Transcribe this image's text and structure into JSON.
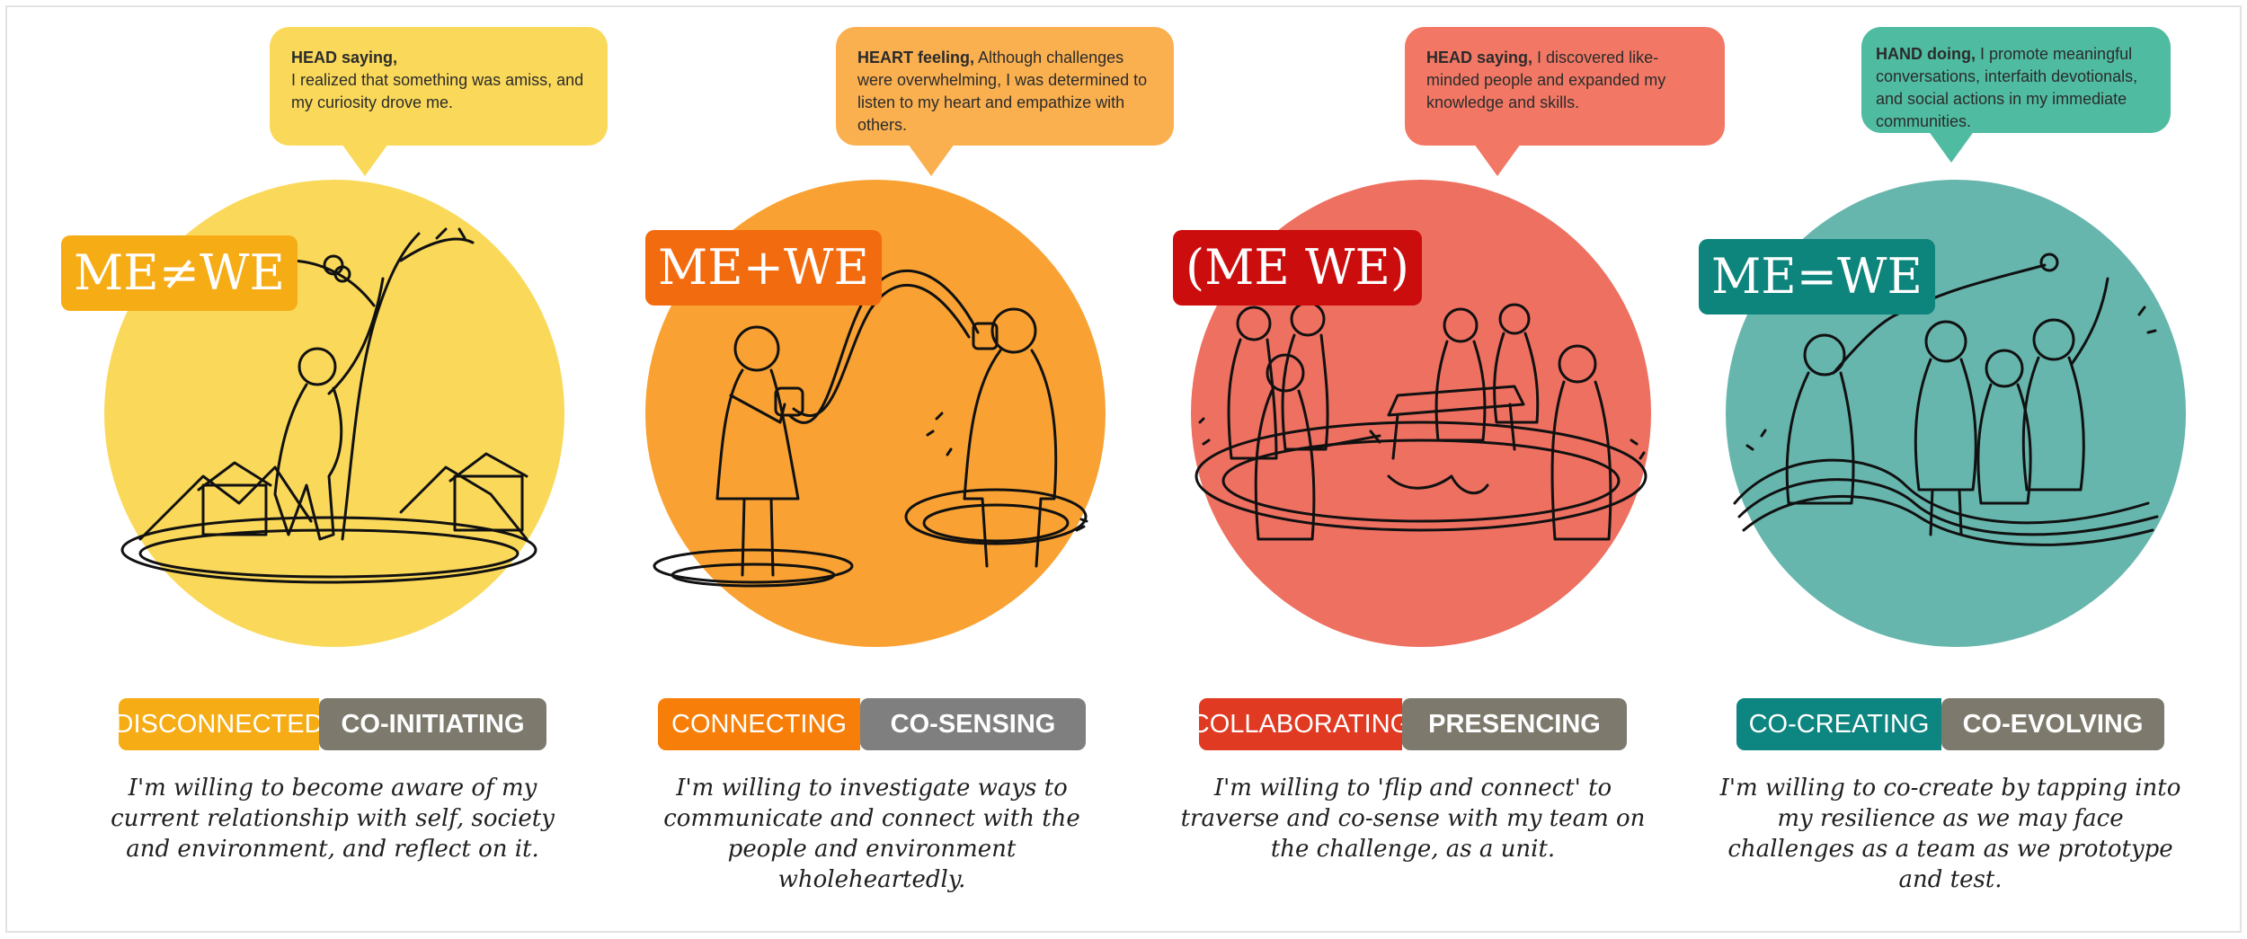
{
  "stages": [
    {
      "bubble_head": "HEAD saying,",
      "bubble_body": "I realized that something was amiss, and my curiosity drove me.",
      "tag": "ME≠WE",
      "pill_left": "DISCONNECTED",
      "pill_right": "CO-INITIATING",
      "quote": "I'm willing to become aware of my current relationship with self, society and environment, and reflect on it.",
      "colors": {
        "bubble": "#fad95a",
        "circle": "#fad95a",
        "tag": "#f6ac15",
        "pill_left": "#f6ac15"
      },
      "illustration": "person-reaching-tree-icon"
    },
    {
      "bubble_head": "HEART feeling,",
      "bubble_body": "Although challenges were overwhelming, I was determined to listen to my heart and empathize with others.",
      "tag": "ME+WE",
      "pill_left": "CONNECTING",
      "pill_right": "CO-SENSING",
      "quote": "I'm willing to investigate ways to communicate and connect with the people and environment wholeheartedly.",
      "colors": {
        "bubble": "#fbb050",
        "circle": "#f9a233",
        "tag": "#f36b0f",
        "pill_left": "#f77f09"
      },
      "illustration": "tin-can-phone-icon"
    },
    {
      "bubble_head": "HEAD saying,",
      "bubble_body": "I discovered like-minded people and expanded my knowledge and skills.",
      "tag": "(ME WE)",
      "pill_left": "COLLABORATING",
      "pill_right": "PRESENCING",
      "quote": "I'm willing to 'flip and connect' to traverse and co-sense with my team on the challenge, as a unit.",
      "colors": {
        "bubble": "#f27865",
        "circle": "#ee7061",
        "tag": "#cc0d0d",
        "pill_left": "#e03a22"
      },
      "illustration": "team-around-table-icon"
    },
    {
      "bubble_head": "HAND doing,",
      "bubble_body": "I promote meaningful conversations, interfaith devotionals, and social actions in my immediate communities.",
      "tag": "ME=WE",
      "pill_left": "CO-CREATING",
      "pill_right": "CO-EVOLVING",
      "quote": "I'm willing to co-create by tapping into my resilience as we may face challenges as a team as we prototype and test.",
      "colors": {
        "bubble": "#4fbca2",
        "circle": "#67b6ae",
        "tag": "#0d857c",
        "pill_left": "#0d8580"
      },
      "illustration": "group-waving-icon"
    }
  ]
}
